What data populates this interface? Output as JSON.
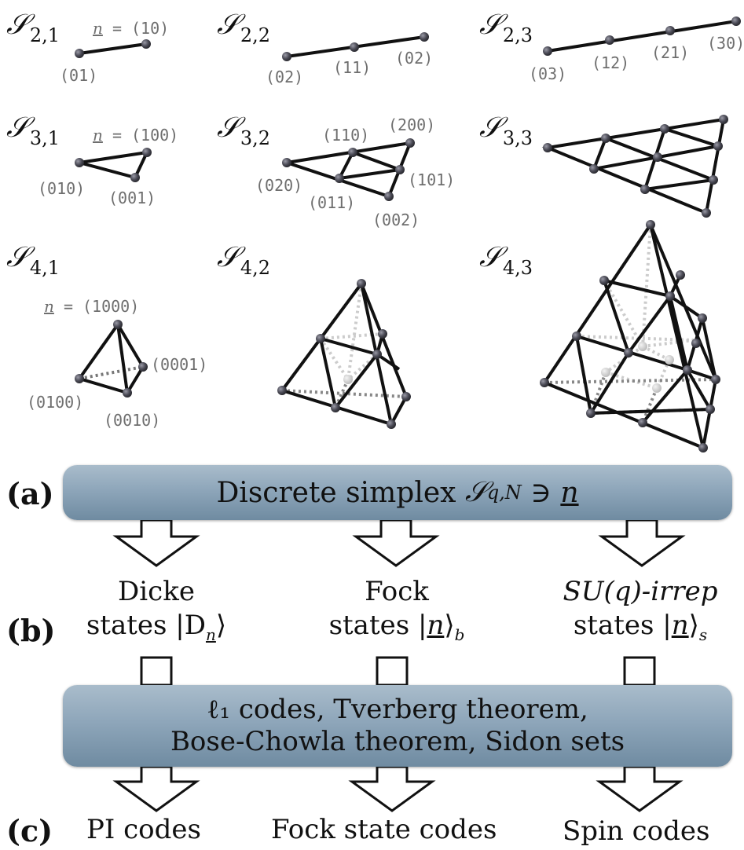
{
  "simplices": [
    {
      "label": "𝒮",
      "q": "2",
      "N": "1"
    },
    {
      "label": "𝒮",
      "q": "2",
      "N": "2"
    },
    {
      "label": "𝒮",
      "q": "2",
      "N": "3"
    },
    {
      "label": "𝒮",
      "q": "3",
      "N": "1"
    },
    {
      "label": "𝒮",
      "q": "3",
      "N": "2"
    },
    {
      "label": "𝒮",
      "q": "3",
      "N": "3"
    },
    {
      "label": "𝒮",
      "q": "4",
      "N": "1"
    },
    {
      "label": "𝒮",
      "q": "4",
      "N": "2"
    },
    {
      "label": "𝒮",
      "q": "4",
      "N": "3"
    }
  ],
  "coords": {
    "s21_top": "= (10)",
    "s21_bottom": "(01)",
    "s22": [
      "(02)",
      "(11)",
      "(02)"
    ],
    "s23": [
      "(03)",
      "(12)",
      "(21)",
      "(30)"
    ],
    "s31_top": "= (100)",
    "s31_left": "(010)",
    "s31_right": "(001)",
    "s32": [
      "(110)",
      "(200)",
      "(020)",
      "(101)",
      "(011)",
      "(002)"
    ],
    "s41_top": "= (1000)",
    "s41_right": "(0001)",
    "s41_left": "(0100)",
    "s41_bottom": "(0010)",
    "n_symbol": "n"
  },
  "panels": {
    "a": "(a)",
    "b": "(b)",
    "c": "(c)"
  },
  "box_a": {
    "text": "Discrete simplex",
    "symbol": "𝒮",
    "sub": "q,N",
    "member": "∋",
    "n": "n"
  },
  "states": [
    {
      "line1": "Dicke",
      "line2": "states |D",
      "sub": "n",
      "close": "⟩"
    },
    {
      "line1": "Fock",
      "line2": "states |",
      "n": "n",
      "close": "⟩",
      "sub": "b"
    },
    {
      "line1": "SU(q)-irrep",
      "line2": "states |",
      "n": "n",
      "close": "⟩",
      "sub": "s"
    }
  ],
  "box_b": {
    "line1": "ℓ₁ codes, Tverberg theorem,",
    "line2": "Bose-Chowla theorem, Sidon sets"
  },
  "codes": [
    "PI codes",
    "Fock state codes",
    "Spin codes"
  ]
}
